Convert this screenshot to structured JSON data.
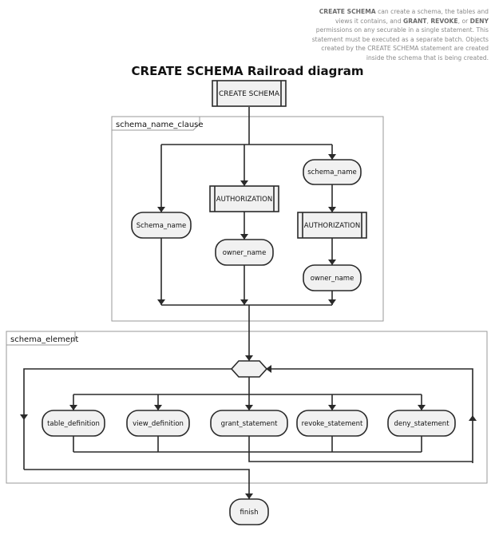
{
  "note": {
    "kw_create_schema": "CREATE SCHEMA",
    "text_1": " can create a schema, the tables and views it contains, and ",
    "kw_grant": "GRANT",
    "sep_1": ", ",
    "kw_revoke": "REVOKE",
    "sep_2": ", or ",
    "kw_deny": "DENY",
    "text_2": " permissions on any securable in a single statement. This statement must be executed as a separate batch. Objects created by the CREATE SCHEMA statement are created inside the schema that is being created."
  },
  "title": "CREATE SCHEMA Railroad diagram",
  "nodes": {
    "create_schema": "CREATE SCHEMA",
    "schema_name_plain": "Schema_name",
    "authorization_1": "AUTHORIZATION",
    "owner_name_1": "owner_name",
    "schema_name_2": "schema_name",
    "authorization_2": "AUTHORIZATION",
    "owner_name_2": "owner_name",
    "table_definition": "table_definition",
    "view_definition": "view_definition",
    "grant_statement": "grant_statement",
    "revoke_statement": "revoke_statement",
    "deny_statement": "deny_statement",
    "finish": "finish"
  },
  "frames": {
    "schema_name_clause": "schema_name_clause",
    "schema_element": "schema_element"
  }
}
